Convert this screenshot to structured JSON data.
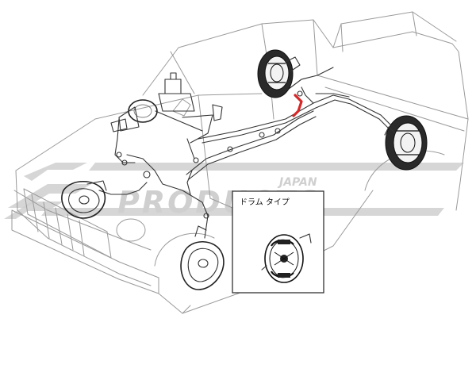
{
  "inset": {
    "label": "ドラム タイプ"
  },
  "watermark": {
    "small_text": "JAPAN",
    "large_text": "PRODUCTS",
    "color": "#cfcfcf"
  },
  "highlight_color": "#d62828"
}
